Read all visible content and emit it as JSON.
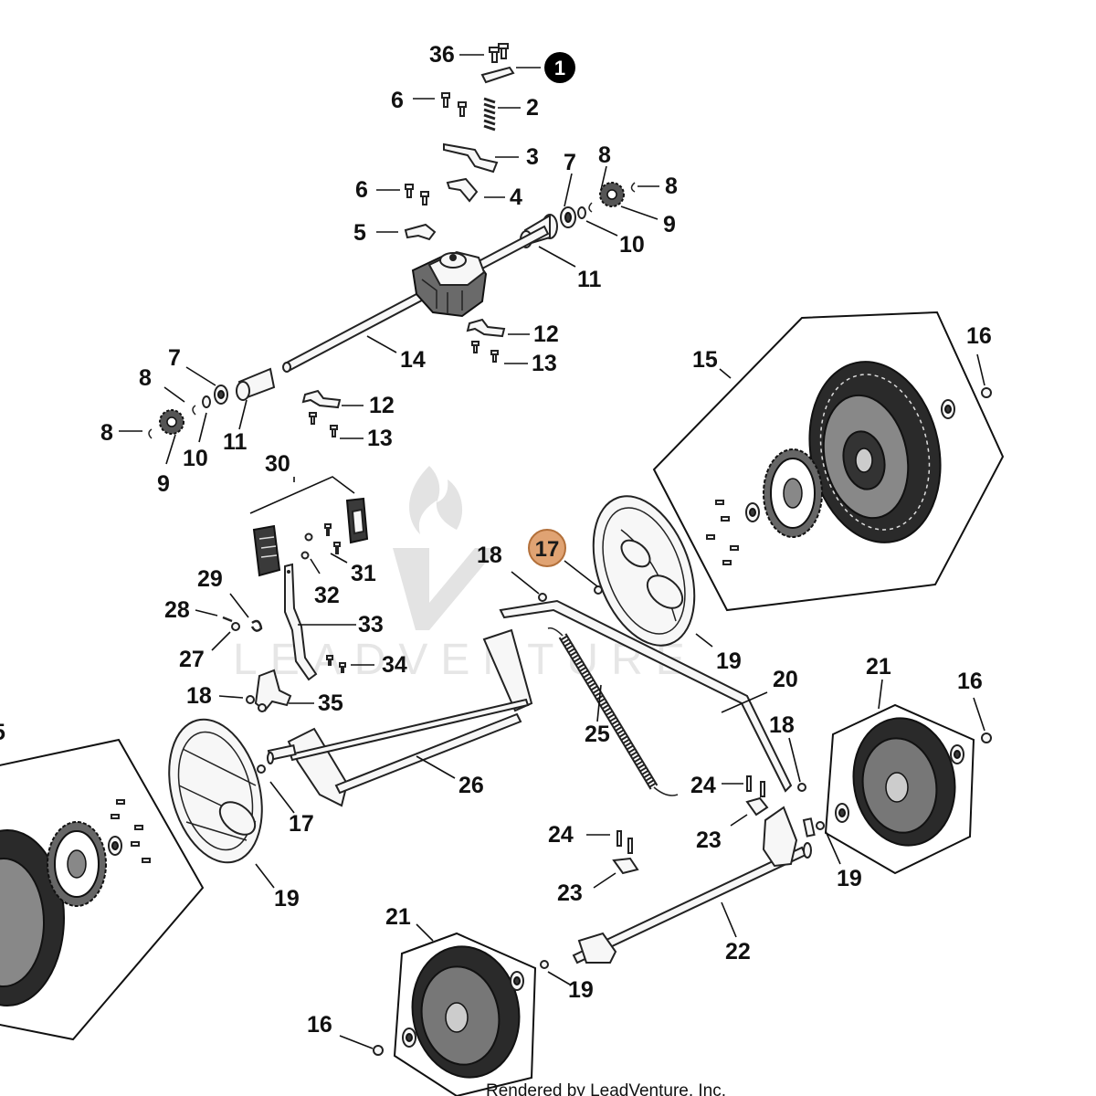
{
  "watermark": {
    "text": "LEADVENTURE"
  },
  "footer": {
    "text": "Rendered by LeadVenture, Inc."
  },
  "note_marker": {
    "label": "1"
  },
  "highlighted_label": "17",
  "callouts": {
    "c36": "36",
    "c6a": "6",
    "c2": "2",
    "c3": "3",
    "c6b": "6",
    "c4": "4",
    "c5": "5",
    "c7a": "7",
    "c8a": "8",
    "c8b": "8",
    "c9a": "9",
    "c10a": "10",
    "c11a": "11",
    "c14": "14",
    "c12a": "12",
    "c13a": "13",
    "c7b": "7",
    "c8c": "8",
    "c8d": "8",
    "c9b": "9",
    "c10b": "10",
    "c11b": "11",
    "c12b": "12",
    "c13b": "13",
    "c15a": "15",
    "c16a": "16",
    "c30": "30",
    "c31": "31",
    "c32": "32",
    "c29": "29",
    "c28": "28",
    "c33": "33",
    "c27": "27",
    "c34": "34",
    "c18a": "18",
    "c35": "35",
    "c18b": "18",
    "c19a": "19",
    "c20": "20",
    "c25": "25",
    "c21a": "21",
    "c16b": "16",
    "c18c": "18",
    "c24a": "24",
    "c23a": "23",
    "c26": "26",
    "c17": "17",
    "c19b": "19",
    "c15b": "5",
    "c24b": "24",
    "c23b": "23",
    "c19c": "19",
    "c22": "22",
    "c21b": "21",
    "c19d": "19",
    "c16c": "16"
  }
}
